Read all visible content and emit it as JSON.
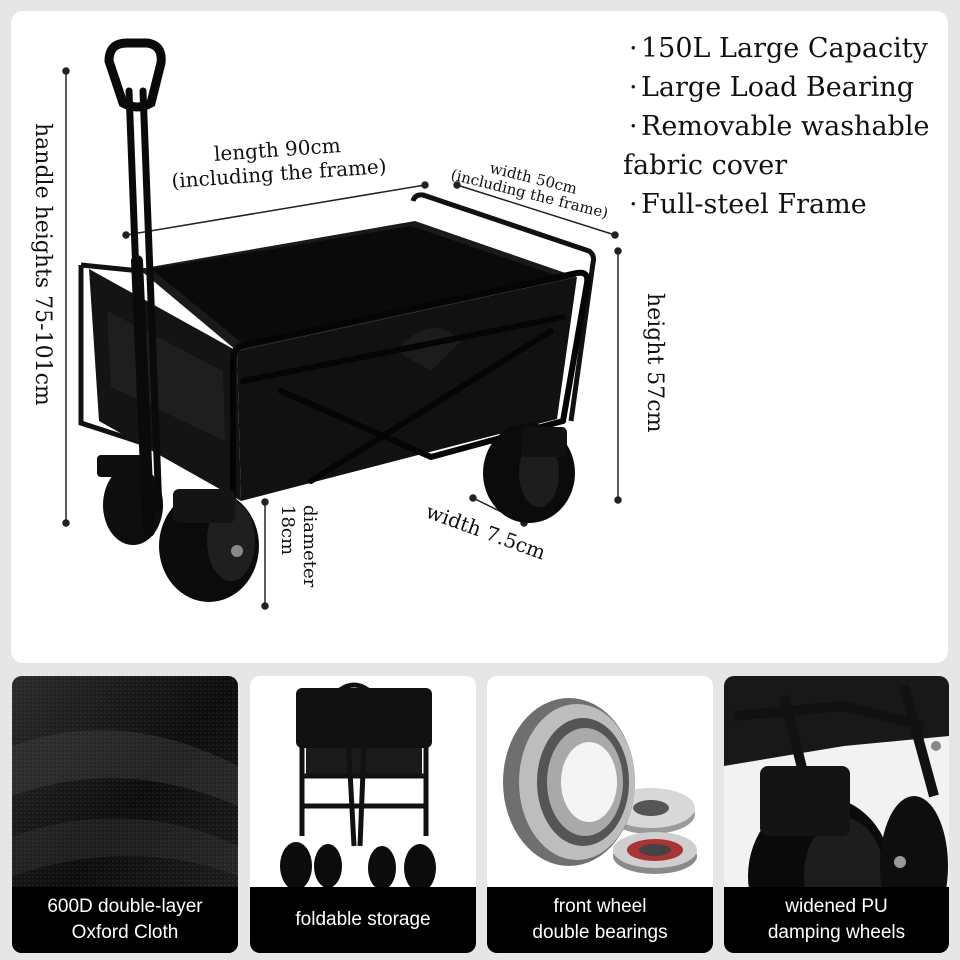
{
  "features": [
    "150L Large Capacity",
    "Large  Load Bearing",
    "Removable washable",
    "fabric cover",
    "Full-steel Frame"
  ],
  "dimensions": {
    "length_line1": "length 90cm",
    "length_line2": "(including the frame)",
    "width_line1": "width 50cm",
    "width_line2": "(including the frame)",
    "handle": "handle heights 75-101cm",
    "height": "height 57cm",
    "diameter_line1": "diameter",
    "diameter_line2": "18cm",
    "wheel_width": "width 7.5cm"
  },
  "panels": [
    {
      "line1": "600D double-layer",
      "line2": "Oxford Cloth",
      "image": "black-fabric"
    },
    {
      "line1": "foldable storage",
      "line2": "",
      "image": "folded-wagon"
    },
    {
      "line1": "front wheel",
      "line2": "double bearings",
      "image": "ball-bearings"
    },
    {
      "line1": "widened PU",
      "line2": "damping wheels",
      "image": "wheel-closeup"
    }
  ],
  "colors": {
    "background": "#e6e6e6",
    "caption_bg": "#000000",
    "caption_text": "#ffffff",
    "wagon": "#111111"
  }
}
